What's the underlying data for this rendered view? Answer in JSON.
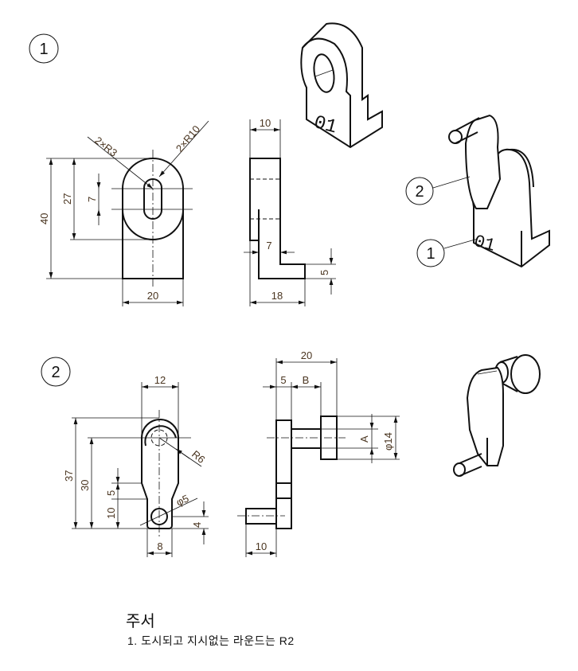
{
  "balloons": {
    "part1": "1",
    "part2": "2"
  },
  "view1": {
    "dims": {
      "r3": "2×R3",
      "r10": "2×R10",
      "h40": "40",
      "h27": "27",
      "h7": "7",
      "w20": "20",
      "w10": "10",
      "w7": "7",
      "h5": "5",
      "w18": "18"
    },
    "engraving": "01"
  },
  "assembly": {
    "callout_2": "2",
    "callout_1": "1",
    "engraving": "01"
  },
  "view2": {
    "dims": {
      "w12": "12",
      "r6": "R6",
      "h37": "37",
      "h30": "30",
      "h5": "5",
      "h10": "10",
      "d5": "φ5",
      "h4": "4",
      "w8": "8",
      "w20": "20",
      "w5": "5",
      "b": "B",
      "a": "A",
      "d14": "φ14",
      "w10": "10"
    }
  },
  "notes": {
    "title": "주서",
    "line1": "1. 도시되고 지시없는 라운드는 R2"
  }
}
